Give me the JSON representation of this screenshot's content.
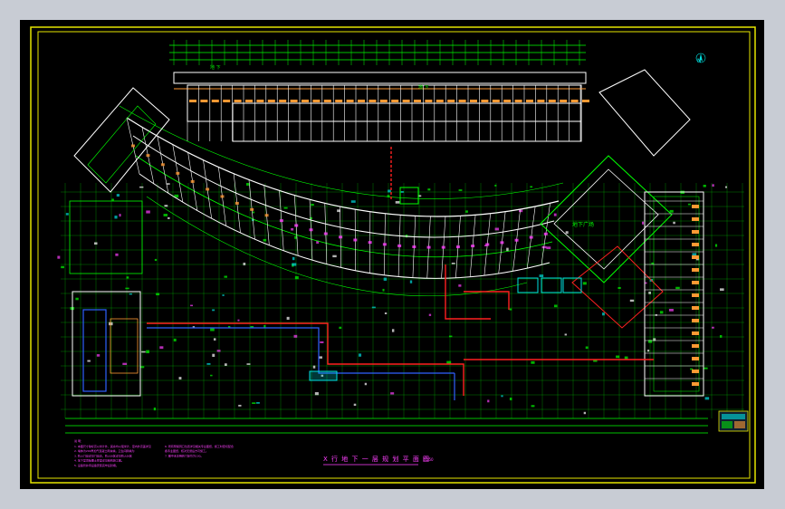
{
  "drawing": {
    "title": "X 行 地 下 一 层 规 划 平 面 图",
    "scale": "1:150",
    "top_label_left": "地 下",
    "top_label_mid": "地 下",
    "north_mark": "N",
    "plaza_label": "地下广场"
  },
  "notes": {
    "header": "说 明：",
    "lines_left": [
      "1. 本图尺寸除标高以米计外，其余均以毫米计，室内外高差详见",
      "2. 墙体为200厚加气混凝土砌块墙，卫生间隔墙为",
      "3. 防火门窗详见门窗表，防火分区详见防火分区",
      "4. 地下室顶板覆土厚度详见结构施工图。",
      "5. 设备管井待设备安装完毕后封堵。"
    ],
    "lines_right": [
      "6. 所有预留洞口位置详见相关专业图纸，施工时密切配合",
      "   各专业图纸，核对无误后方可施工。",
      "7. 图中未注明的门垛均为100。"
    ]
  },
  "colors": {
    "frame": "#e6e600",
    "wall": "#ffffff",
    "grid": "#00ff00",
    "pipe_red": "#ff2020",
    "pipe_blue": "#3060ff",
    "cyan": "#00e0e0",
    "magenta": "#ff40ff",
    "orange": "#ff9933"
  },
  "icons": [
    "north-arrow-icon",
    "legend-thumbnail-icon"
  ]
}
